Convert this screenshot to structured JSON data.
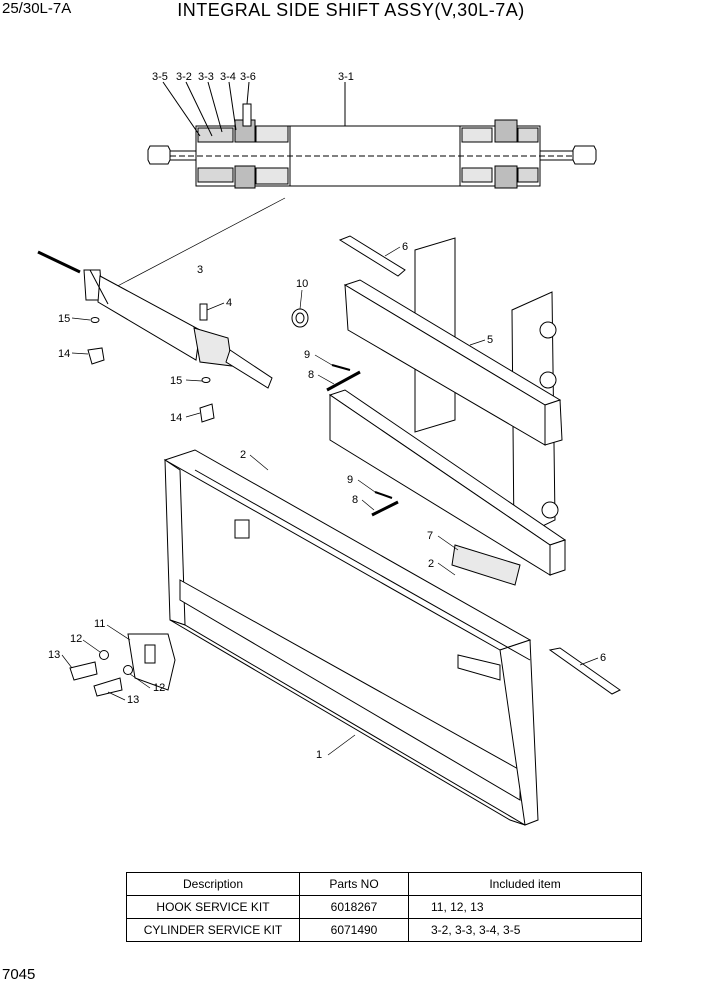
{
  "header": {
    "model": "25/30L-7A",
    "title": "INTEGRAL SIDE SHIFT ASSY(V,30L-7A)"
  },
  "callouts": {
    "c3_5": "3-5",
    "c3_2": "3-2",
    "c3_3": "3-3",
    "c3_4": "3-4",
    "c3_6": "3-6",
    "c3_1": "3-1",
    "c6a": "6",
    "c3": "3",
    "c10": "10",
    "c4": "4",
    "c15a": "15",
    "c14a": "14",
    "c5": "5",
    "c9a": "9",
    "c8a": "8",
    "c15b": "15",
    "c14b": "14",
    "c2a": "2",
    "c9b": "9",
    "c8b": "8",
    "c7": "7",
    "c2b": "2",
    "c11": "11",
    "c12a": "12",
    "c13a": "13",
    "c12b": "12",
    "c13b": "13",
    "c6b": "6",
    "c1": "1"
  },
  "table": {
    "headers": [
      "Description",
      "Parts NO",
      "Included item"
    ],
    "rows": [
      [
        "HOOK SERVICE KIT",
        "6018267",
        "11, 12, 13"
      ],
      [
        "CYLINDER SERVICE KIT",
        "6071490",
        "3-2, 3-3, 3-4, 3-5"
      ]
    ]
  },
  "footer": {
    "page_number": "7045"
  }
}
